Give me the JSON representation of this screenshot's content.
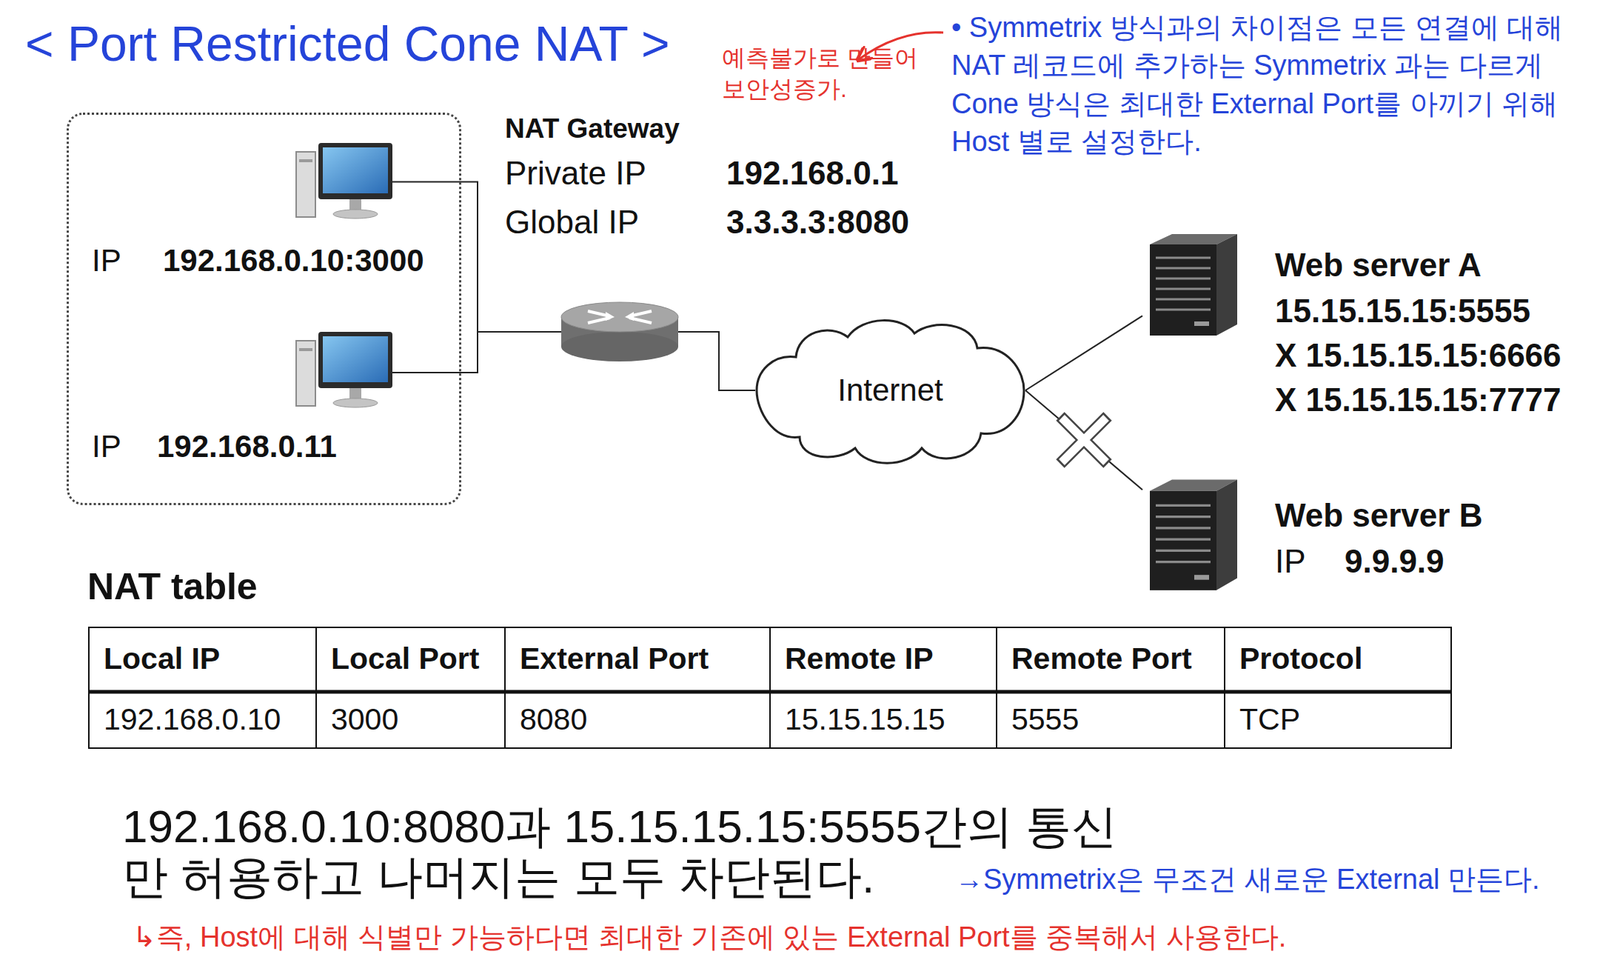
{
  "diagram": {
    "title": "< Port Restricted Cone NAT >",
    "caption": "192.168.0.10:8080과 15.15.15.15:5555간의 통신만 허용하고 나머지는 모두 차단된다.",
    "nodes": [
      {
        "text": []
      },
      {
        "text": [
          "IP",
          "192.168.0.10:3000"
        ],
        "in": 0
      },
      {
        "text": [
          "IP",
          "192.168.0.11"
        ],
        "in": 0
      },
      {
        "text": [
          "NAT Gateway",
          "Private IP",
          "192.168.0.1",
          "Global IP",
          "3.3.3.3:8080"
        ]
      },
      {
        "text": [
          "Internet"
        ]
      },
      {
        "text": [
          "Web server A",
          "15.15.15.15:5555",
          "X 15.15.15.15:6666",
          "X 15.15.15.15:7777"
        ]
      },
      {
        "text": [
          "Web server B",
          "IP",
          "9.9.9.9"
        ]
      }
    ],
    "edges": [
      {
        "from": 1,
        "to": 3,
        "arrow": "none"
      },
      {
        "from": 2,
        "to": 3,
        "arrow": "none"
      },
      {
        "from": 3,
        "to": 4,
        "arrow": "none"
      },
      {
        "from": 4,
        "to": 5,
        "arrow": "none"
      },
      {
        "from": 4,
        "to": 6,
        "arrow": "none"
      }
    ],
    "labels": [
      "예측불가로 만들어 보안성증가.",
      "• Symmetrix 방식과의 차이점은 모든 연결에 대해 NAT 레코드에 추가하는 Symmetrix 과는 다르게 Cone 방식은 최대한 External Port를 아끼기 위해 Host 별로 설정한다.",
      "NAT table",
      "Local IP",
      "Local Port",
      "External Port",
      "Remote IP",
      "Remote Port",
      "Protocol",
      "192.168.0.10",
      "3000",
      "8080",
      "15.15.15.15",
      "5555",
      "TCP",
      "→Symmetrix은 무조건 새로운 External 만든다.",
      "↳즉, Host에 대해 식별만 가능하다면 최대한 기존에 있는 External Port를 중복해서 사용한다."
    ]
  }
}
